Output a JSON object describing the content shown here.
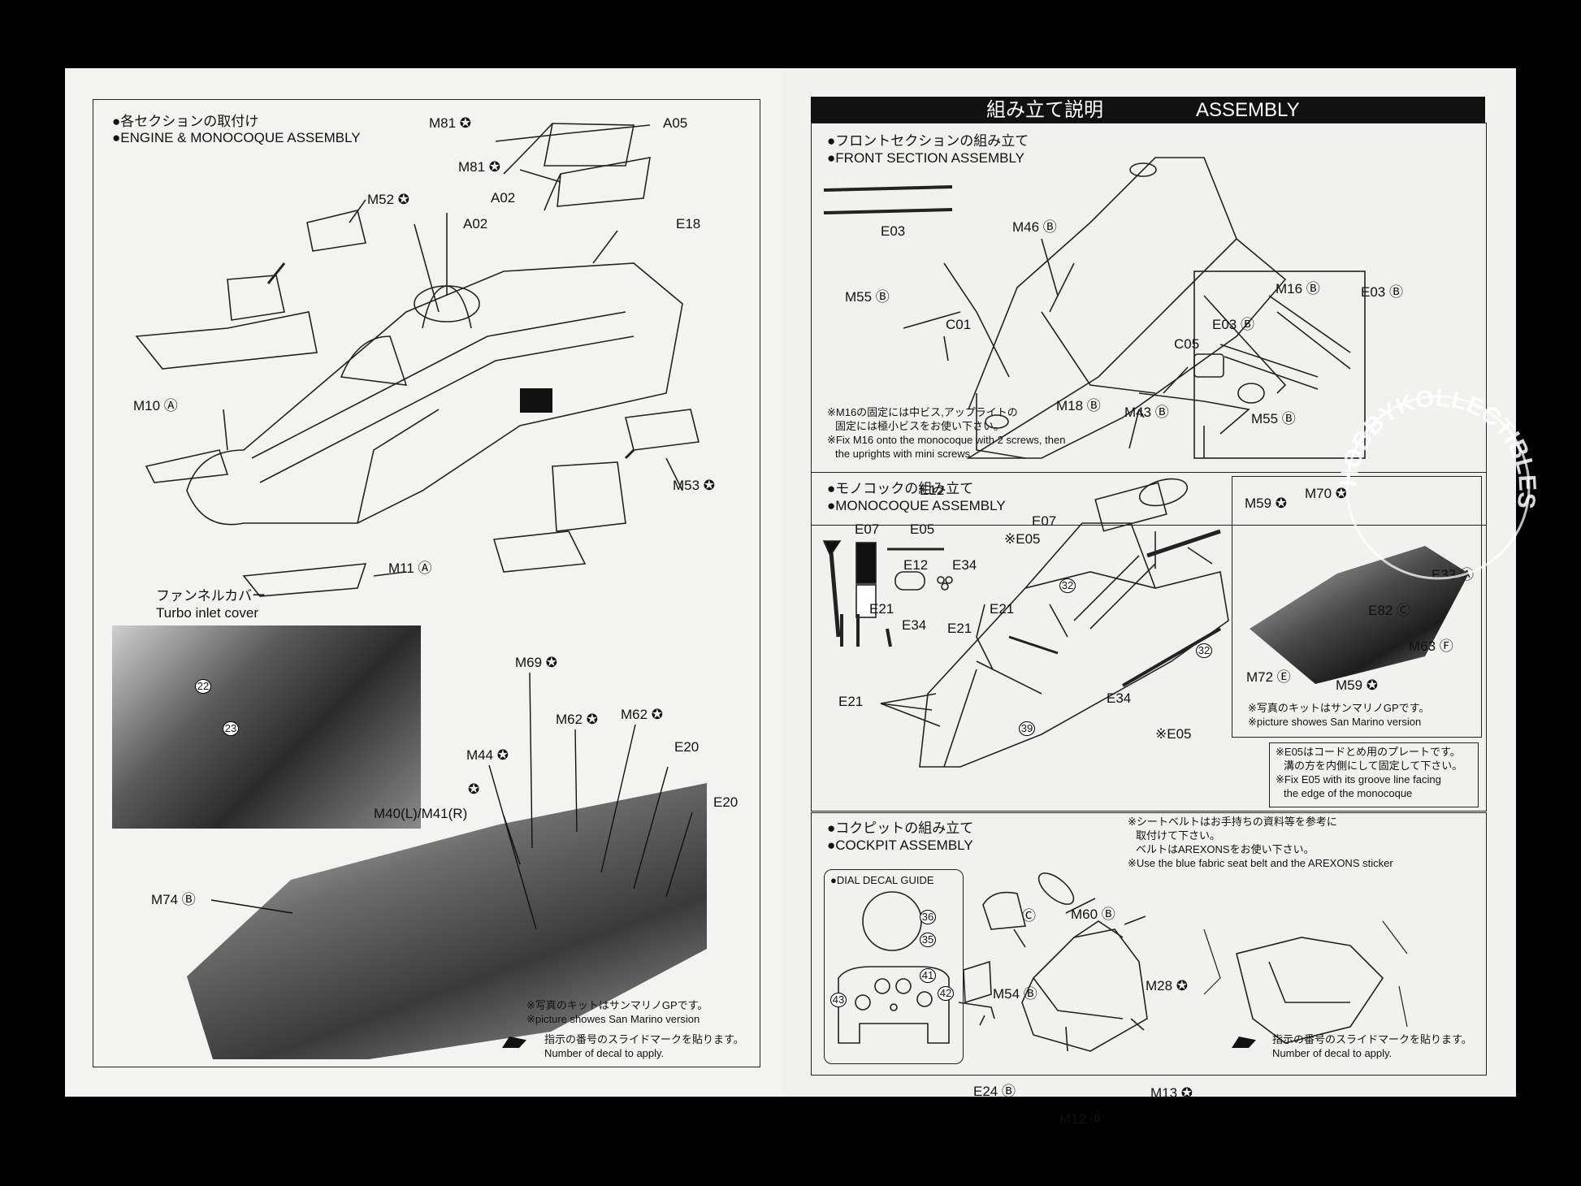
{
  "bullet": "●",
  "left": {
    "engine": {
      "title_jp": "各セクションの取付け",
      "title_en": "ENGINE & MONOCOQUE ASSEMBLY",
      "labels": {
        "m81a": "M81 ✪",
        "a05": "A05",
        "m81b": "M81 ✪",
        "a02a": "A02",
        "a02b": "A02",
        "e18": "E18",
        "m52": "M52 ✪",
        "m10": "M10 Ⓐ",
        "m53": "M53 ✪",
        "m11": "M11 Ⓐ"
      }
    },
    "turbo": {
      "jp": "ファンネルカバー",
      "en": "Turbo inlet cover",
      "decal22": "22",
      "decal23": "23"
    },
    "cockpit_left": {
      "labels": {
        "m69": "M69 ✪",
        "m62a": "M62 ✪",
        "m62b": "M62 ✪",
        "m44": "M44 ✪",
        "star": "✪",
        "e20a": "E20",
        "e20b": "E20",
        "m40": "M40(L)/M41(R)",
        "m74": "M74 Ⓑ"
      },
      "note_jp": "※写真のキットはサンマリノGPです。",
      "note_en": "※picture showes San Marino version",
      "decal_jp": "指示の番号のスライドマークを貼ります。",
      "decal_en": "Number of decal to apply."
    }
  },
  "right": {
    "header": {
      "jp": "組み立て説明",
      "en": "ASSEMBLY"
    },
    "front": {
      "title_jp": "フロントセクションの組み立て",
      "title_en": "FRONT SECTION ASSEMBLY",
      "labels": {
        "e03a": "E03",
        "m46": "M46 Ⓑ",
        "m55a": "M55 Ⓑ",
        "c01": "C01",
        "m16": "M16 Ⓑ",
        "e03b": "E03 Ⓑ",
        "e03c": "E03 Ⓑ",
        "c05": "C05",
        "m18": "M18 Ⓑ",
        "m43": "M43 Ⓑ",
        "m55b": "M55 Ⓑ"
      },
      "note1_jp": "※M16の固定には中ビス,アップライトの",
      "note2_jp": "固定には極小ビスをお使い下さい。",
      "note3_en": "※Fix M16 onto the monocoque with 2 screws, then",
      "note4_en": "the uprights with mini screws"
    },
    "mono": {
      "title_jp": "モノコックの組み立て",
      "title_en": "MONOCOQUE ASSEMBLY",
      "labels": {
        "e07a": "E07",
        "e05a": "E05",
        "e12a": "E12",
        "e12b": "E12",
        "e34a": "E34",
        "e07b": "E07",
        "e05b": "※E05",
        "e21a": "E21",
        "e34b": "E34",
        "e21b": "E21",
        "e21c": "E21",
        "e21d": "E21",
        "e34c": "E34",
        "e05c": "※E05",
        "d32a": "32",
        "d32b": "32",
        "d39": "39"
      },
      "photo": {
        "m59a": "M59 ✪",
        "m70": "M70 ✪",
        "e33": "E33 Ⓐ",
        "e82": "E82 Ⓒ",
        "m63": "M63 Ⓕ",
        "m72": "M72 Ⓔ",
        "m59b": "M59 ✪",
        "note_jp": "※写真のキットはサンマリノGPです。",
        "note_en": "※picture showes San Marino version"
      },
      "note1_jp": "※E05はコードとめ用のプレートです。",
      "note2_jp": "溝の方を内側にして固定して下さい。",
      "note3_en": "※Fix E05 with its groove line facing",
      "note4_en": "the edge of the monocoque"
    },
    "cockpit": {
      "title_jp": "コクピットの組み立て",
      "title_en": "COCKPIT ASSEMBLY",
      "dial_title": "●DIAL DECAL GUIDE",
      "dials": {
        "d36": "36",
        "d35": "35",
        "d41": "41",
        "d42": "42",
        "d43": "43"
      },
      "labels": {
        "c": "Ⓒ",
        "m60": "M60 Ⓑ",
        "m54": "M54 Ⓑ",
        "m28": "M28 ✪",
        "e24": "E24 Ⓑ",
        "m12": "M12 Ⓑ",
        "m13": "M13 ✪"
      },
      "note1_jp": "※シートベルトはお手持ちの資料等を参考に",
      "note2_jp": "取付けて下さい。",
      "note3_jp": "ベルトはAREXONSをお使い下さい。",
      "note4_en": "※Use the blue fabric seat belt and the AREXONS sticker",
      "decal_jp": "指示の番号のスライドマークを貼ります。",
      "decal_en": "Number of decal to apply."
    }
  },
  "watermark": "HOBBYKOLLECTIBLES"
}
